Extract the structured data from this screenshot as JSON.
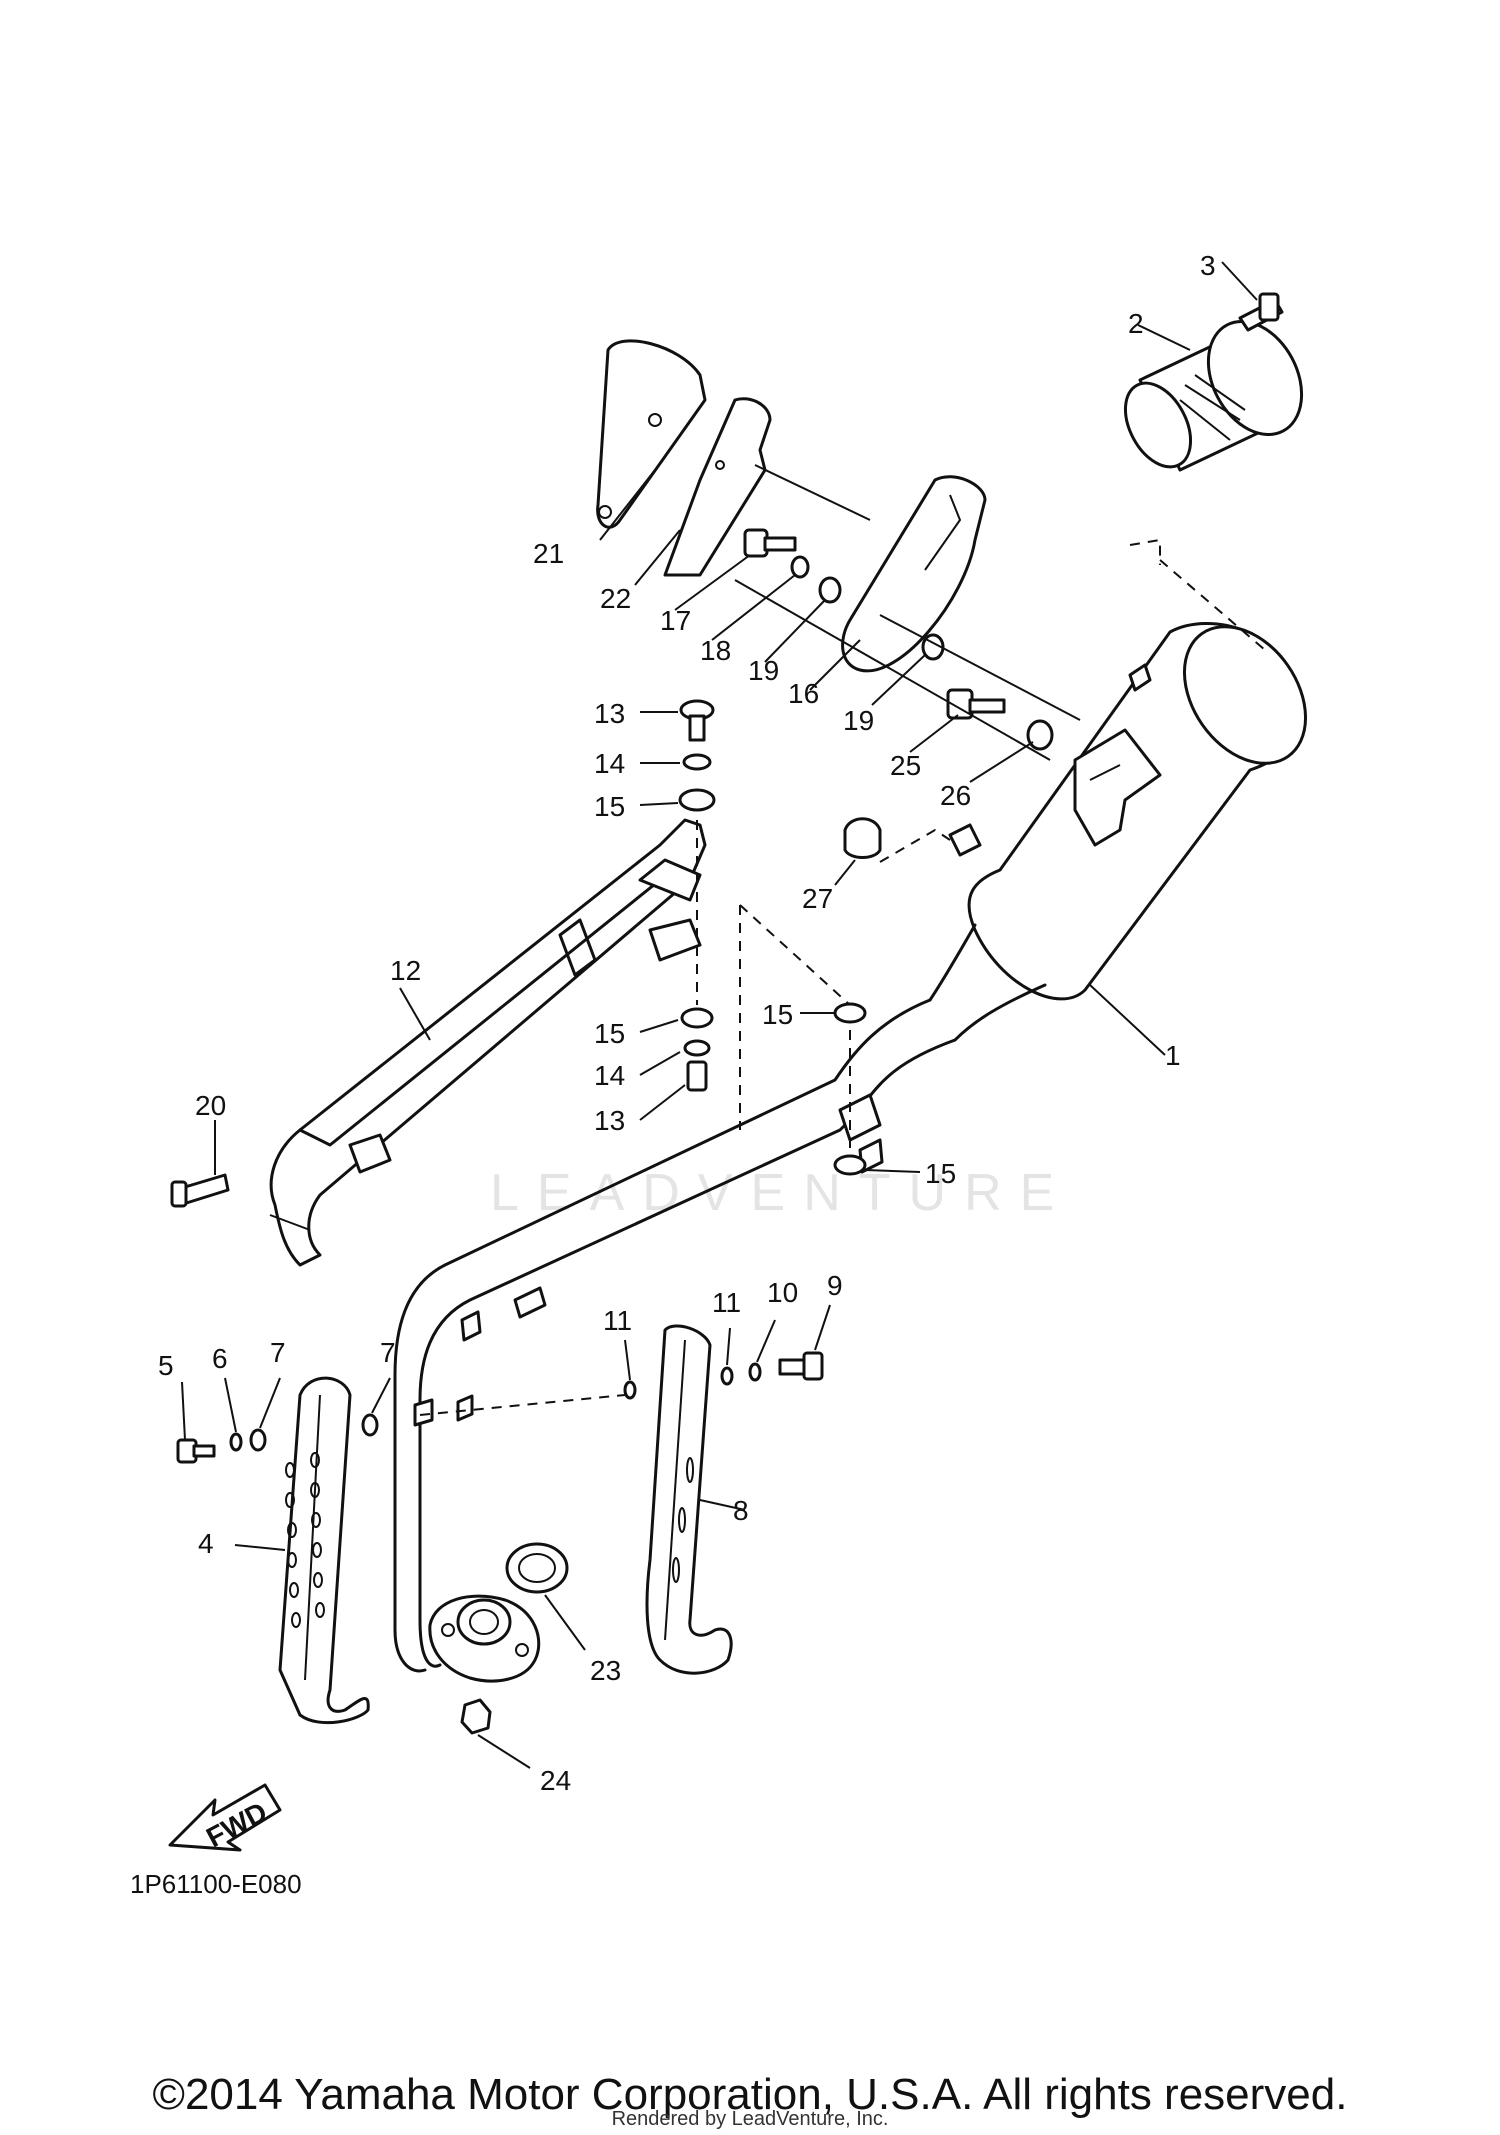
{
  "watermark": "LEADVENTURE",
  "diagram_code": "1P61100-E080",
  "fwd_label": "FWD",
  "copyright": "©2014 Yamaha Motor Corporation, U.S.A. All rights reserved.",
  "rendered_by": "Rendered by LeadVenture, Inc.",
  "callouts": [
    "1",
    "2",
    "3",
    "4",
    "5",
    "6",
    "7",
    "7",
    "8",
    "9",
    "10",
    "11",
    "11",
    "12",
    "13",
    "14",
    "15",
    "15",
    "15",
    "14",
    "13",
    "15",
    "16",
    "17",
    "18",
    "19",
    "19",
    "20",
    "21",
    "22",
    "23",
    "24",
    "25",
    "26",
    "27"
  ]
}
